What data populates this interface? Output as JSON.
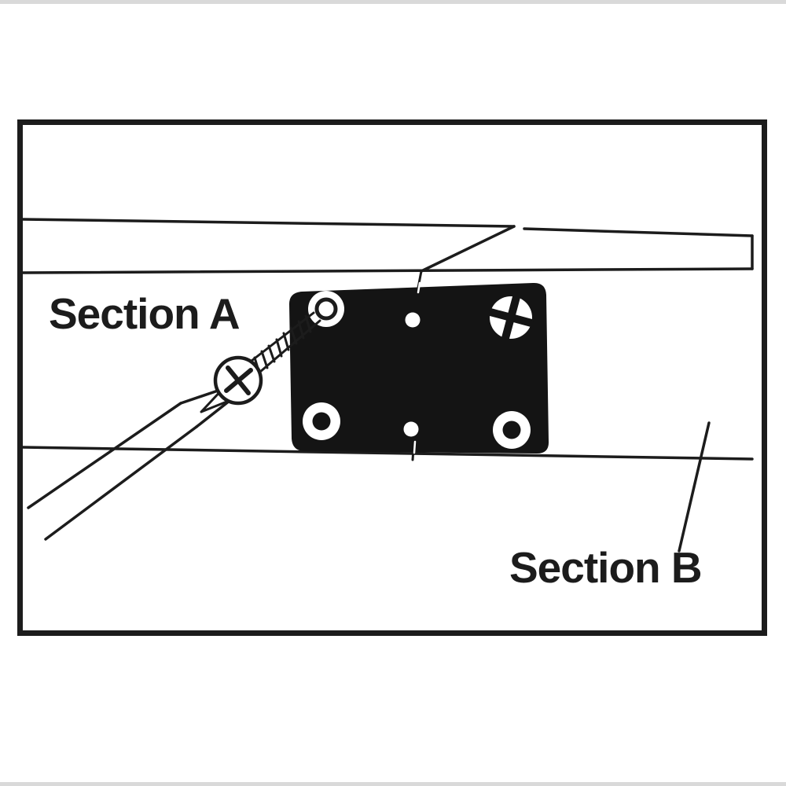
{
  "diagram": {
    "type": "instruction-illustration",
    "subject": "Two board sections joined by a mending plate; a screwdriver drives a screw into the plate",
    "labels": {
      "section_a": "Section A",
      "section_b": "Section B"
    },
    "colors": {
      "ink": "#1c1c1c",
      "plate": "#141414",
      "paper": "#ffffff",
      "edge_strip": "#d9d9d9"
    }
  }
}
